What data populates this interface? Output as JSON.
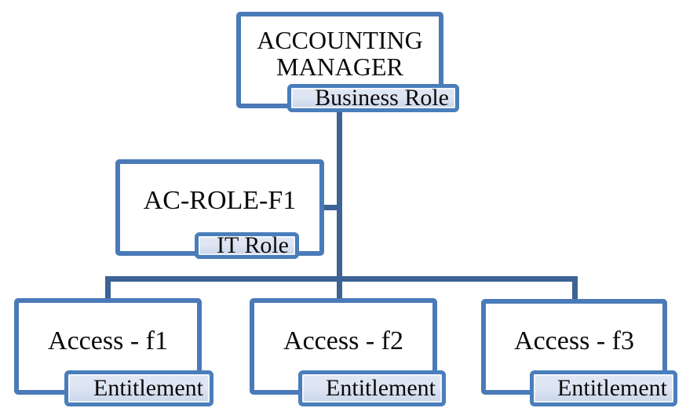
{
  "diagram": {
    "type": "role-hierarchy-org-chart",
    "nodes": [
      {
        "id": "business-role",
        "label": "ACCOUNTING MANAGER",
        "tag": "Business Role"
      },
      {
        "id": "it-role",
        "label": "AC-ROLE-F1",
        "tag": "IT Role"
      },
      {
        "id": "entitlement-1",
        "label": "Access - f1",
        "tag": "Entitlement"
      },
      {
        "id": "entitlement-2",
        "label": "Access - f2",
        "tag": "Entitlement"
      },
      {
        "id": "entitlement-3",
        "label": "Access - f3",
        "tag": "Entitlement"
      }
    ],
    "edges": [
      {
        "from": "business-role",
        "to": "it-role",
        "style": "assistant-branch"
      },
      {
        "from": "business-role",
        "to": "entitlement-1",
        "style": "elbow"
      },
      {
        "from": "business-role",
        "to": "entitlement-2",
        "style": "elbow"
      },
      {
        "from": "business-role",
        "to": "entitlement-3",
        "style": "elbow"
      }
    ],
    "colors": {
      "box_border": "#4a7ab8",
      "badge_border": "#4a7ebb",
      "connector": "#3c6394",
      "badge_fill_top": "#dfe6f3",
      "badge_fill_bottom": "#c9d5ea",
      "text": "#0a0a0a",
      "background": "#ffffff"
    }
  }
}
